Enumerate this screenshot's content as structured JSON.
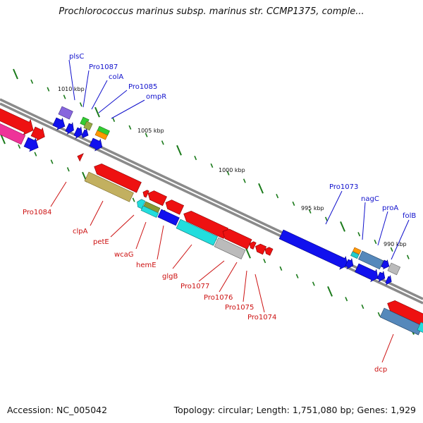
{
  "title": "Prochlorococcus marinus subsp. marinus str. CCMP1375, comple...",
  "accession_text": "Accession: NC_005042",
  "topology_text": "Topology: circular; Length: 1,751,080 bp; Genes: 1,929",
  "scale_labels": [
    "1010 kbp",
    "1005 kbp",
    "1000 kbp",
    "995 kbp",
    "990 kbp"
  ],
  "forward_gene_labels": [
    "plsC",
    "Pro1087",
    "colA",
    "Pro1085",
    "ompR",
    "Pro1073",
    "nagC",
    "proA",
    "folB"
  ],
  "reverse_gene_labels": [
    "Pro1084",
    "clpA",
    "petE",
    "wcaG",
    "hemE",
    "glgB",
    "Pro1077",
    "Pro1076",
    "Pro1075",
    "Pro1074",
    "dcp"
  ],
  "colors": {
    "forward_label": "#1010cc",
    "reverse_label": "#cc1010",
    "backbone": "#8c8c8c",
    "tick": "#1a7a1a"
  }
}
